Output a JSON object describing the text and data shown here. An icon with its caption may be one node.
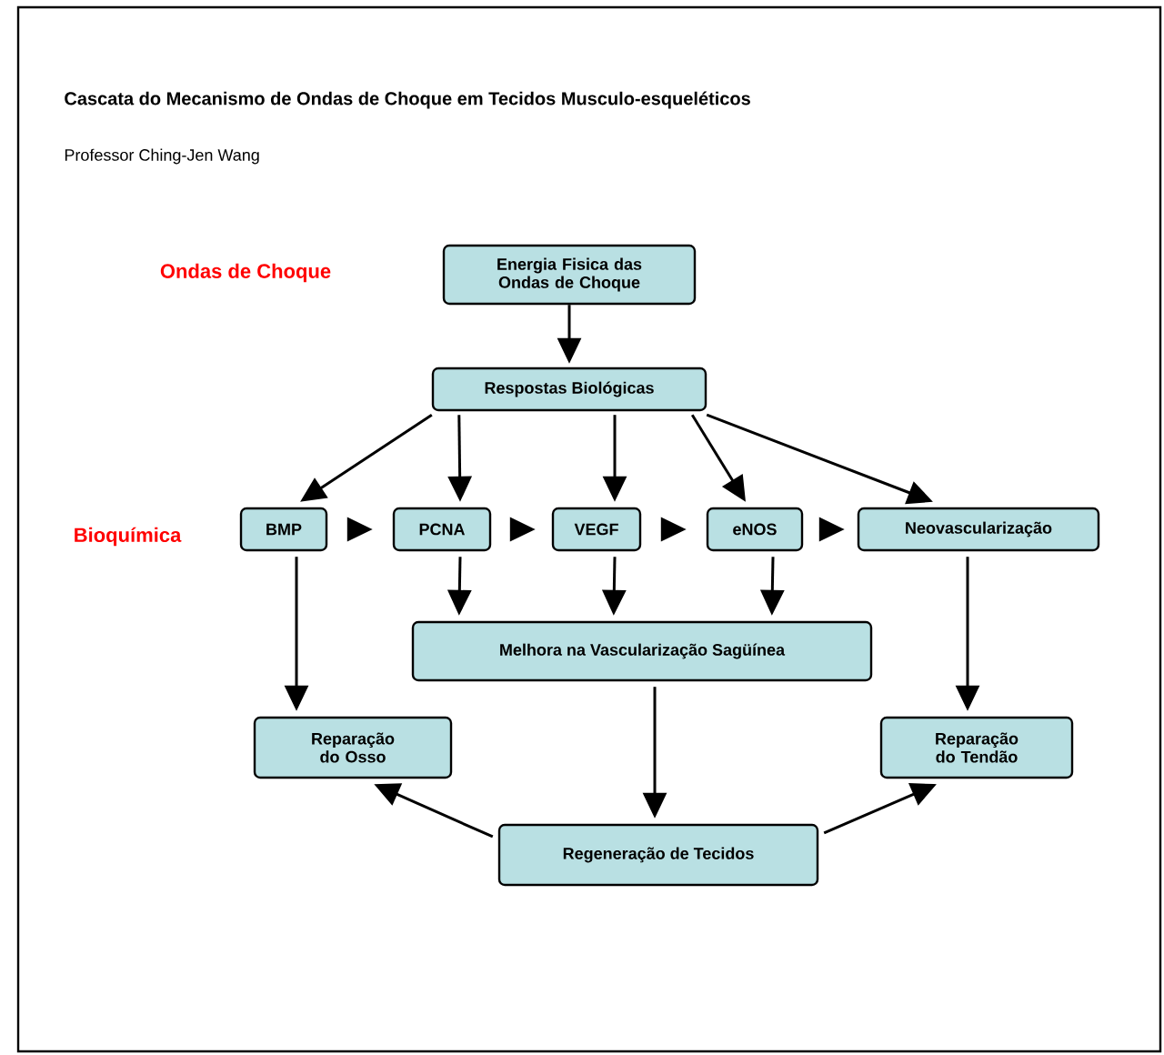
{
  "diagram": {
    "title": "Cascata do Mecanismo de Ondas de Choque em Tecidos Musculo-esqueléticos",
    "nodes": [
      {
        "text": [
          "Energia Fisica das Ondas de Choque"
        ]
      },
      {
        "text": [
          "Respostas Biológicas"
        ]
      },
      {
        "text": [
          "BMP"
        ]
      },
      {
        "text": [
          "PCNA"
        ]
      },
      {
        "text": [
          "VEGF"
        ]
      },
      {
        "text": [
          "eNOS"
        ]
      },
      {
        "text": [
          "Neovascularização"
        ]
      },
      {
        "text": [
          "Melhora na Vascularização Sagüínea"
        ]
      },
      {
        "text": [
          "Reparação do Osso"
        ]
      },
      {
        "text": [
          "Reparação do Tendão"
        ]
      },
      {
        "text": [
          "Regeneração de Tecidos"
        ]
      }
    ],
    "edges": [
      {
        "from": 0,
        "to": 1,
        "arrow": "to"
      },
      {
        "from": 1,
        "to": 2,
        "arrow": "to"
      },
      {
        "from": 1,
        "to": 3,
        "arrow": "to"
      },
      {
        "from": 1,
        "to": 4,
        "arrow": "to"
      },
      {
        "from": 1,
        "to": 5,
        "arrow": "to"
      },
      {
        "from": 1,
        "to": 6,
        "arrow": "to"
      },
      {
        "from": 2,
        "to": 3,
        "arrow": "to"
      },
      {
        "from": 3,
        "to": 4,
        "arrow": "to"
      },
      {
        "from": 4,
        "to": 5,
        "arrow": "to"
      },
      {
        "from": 5,
        "to": 6,
        "arrow": "to"
      },
      {
        "from": 3,
        "to": 7,
        "arrow": "to"
      },
      {
        "from": 4,
        "to": 7,
        "arrow": "to"
      },
      {
        "from": 5,
        "to": 7,
        "arrow": "to"
      },
      {
        "from": 2,
        "to": 8,
        "arrow": "to"
      },
      {
        "from": 6,
        "to": 9,
        "arrow": "to"
      },
      {
        "from": 7,
        "to": 10,
        "arrow": "to"
      },
      {
        "from": 10,
        "to": 8,
        "arrow": "to"
      },
      {
        "from": 10,
        "to": 9,
        "arrow": "to"
      }
    ],
    "labels": [
      "Professor Ching-Jen Wang",
      "Ondas de Choque",
      "Bioquímica"
    ]
  }
}
